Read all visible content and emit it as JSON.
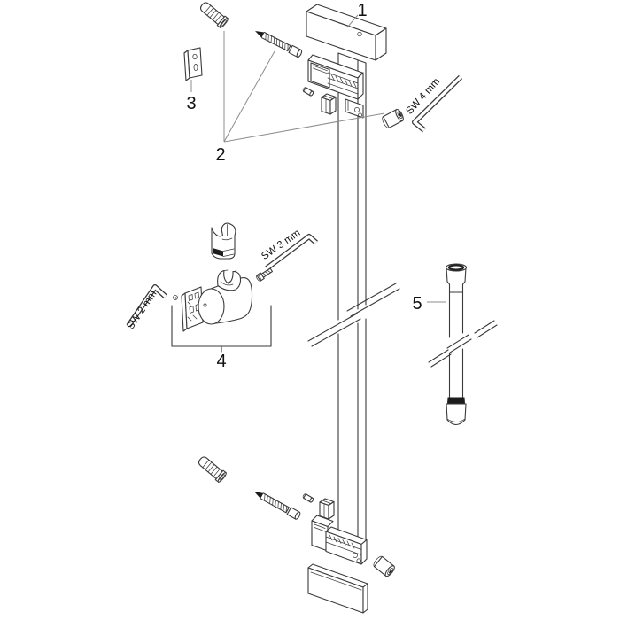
{
  "diagram": {
    "part_labels": {
      "part1": "1",
      "part2": "2",
      "part3": "3",
      "part4": "4",
      "part5": "5"
    },
    "tool_labels": {
      "sw4": "SW 4 mm",
      "sw3": "SW 3 mm",
      "sw2": "SW 2 mm"
    },
    "colors": {
      "line": "#3a3a3a",
      "leader_line": "#8c8c8c",
      "dark_fill": "#1c1c1c",
      "ink": "#111111",
      "background": "#ffffff"
    }
  }
}
